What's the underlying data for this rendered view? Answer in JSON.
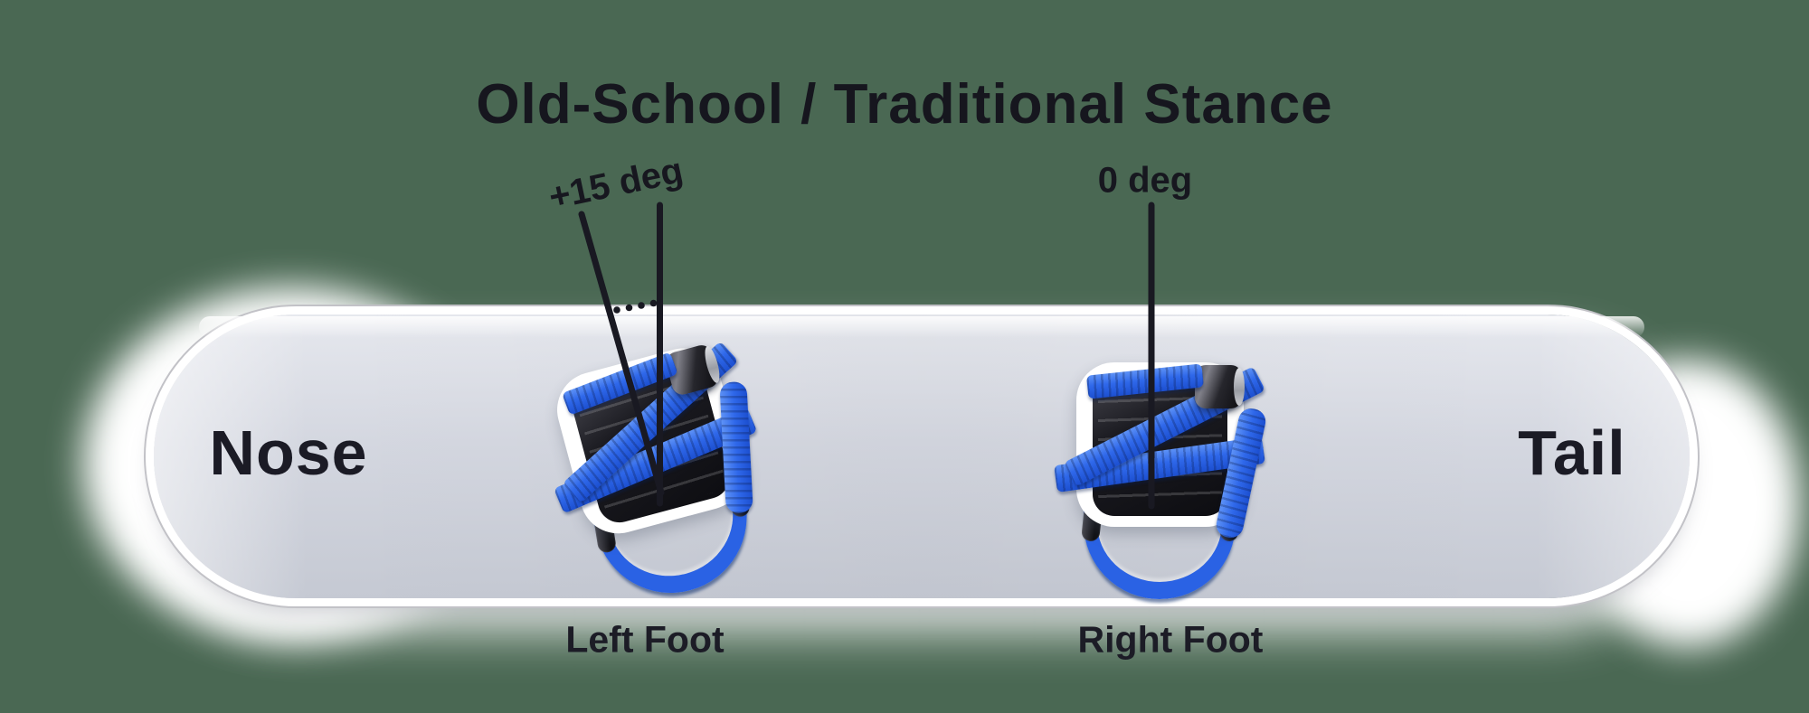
{
  "title": "Old-School / Traditional Stance",
  "board": {
    "nose_label": "Nose",
    "tail_label": "Tail"
  },
  "bindings": {
    "left": {
      "angle_label": "+15 deg",
      "angle_deg": 15,
      "foot_label": "Left Foot"
    },
    "right": {
      "angle_label": "0 deg",
      "angle_deg": 0,
      "foot_label": "Right Foot"
    }
  },
  "colors": {
    "background": "#4a6853",
    "text": "#17171f",
    "board_surface": "#ccd0da",
    "board_rim": "#ffffff",
    "strap_blue": "#2b63e4",
    "strap_blue_dark": "#143f9c",
    "binding_black": "#141419"
  }
}
